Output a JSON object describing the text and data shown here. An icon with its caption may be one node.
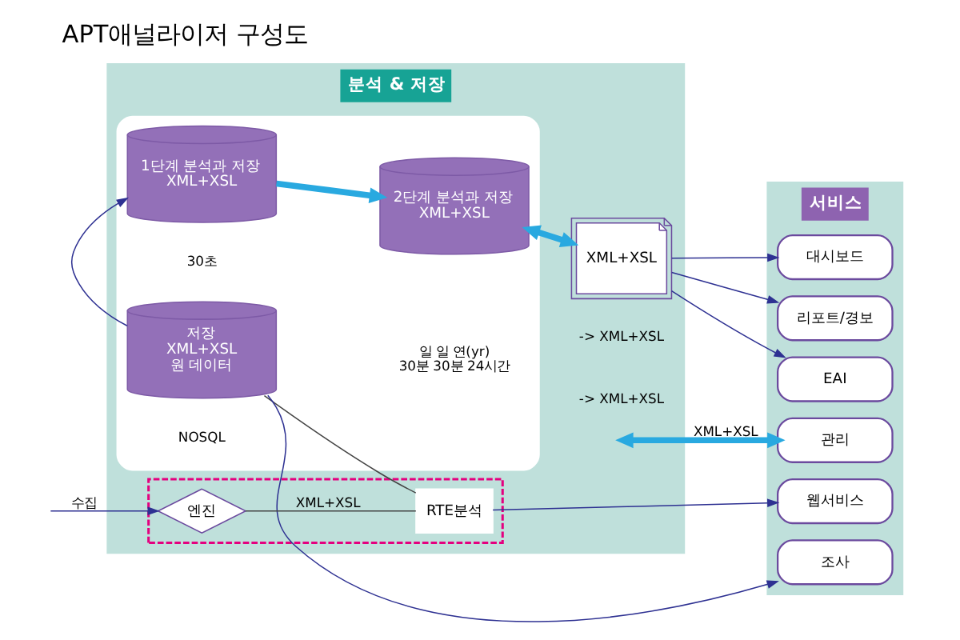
{
  "diagram": {
    "title": "APT애널라이저 구성도",
    "nodes": [
      {
        "text": [
          "분석 & 저장"
        ]
      },
      {
        "text": [],
        "shape": "box",
        "in": 0
      },
      {
        "text": [
          "1단계 분석과 저장",
          "XML+XSL"
        ],
        "beside": [
          "30초"
        ],
        "in": 1
      },
      {
        "text": [
          "2단계 분석과 저장",
          "XML+XSL"
        ],
        "beside": [
          "일 일 연(yr)",
          "30분 30분 24시간"
        ],
        "in": 1
      },
      {
        "text": [
          "XML+XSL"
        ],
        "in": 0
      },
      {
        "text": [
          "저장",
          "XML+XSL",
          "원 데이터"
        ],
        "beside": [
          "NOSQL"
        ],
        "in": 1
      },
      {
        "text": [],
        "shape": "box",
        "in": 0
      },
      {
        "text": [
          "엔진"
        ],
        "in": 6
      },
      {
        "text": [
          "RTE분석"
        ],
        "in": 6
      },
      {
        "text": [
          "서비스"
        ]
      },
      {
        "text": [
          "대시보드"
        ],
        "in": 9
      },
      {
        "text": [
          "리포트/경보"
        ],
        "in": 9
      },
      {
        "text": [
          "조사"
        ],
        "in": 9
      },
      {
        "text": [
          "웹서비스"
        ],
        "in": 9
      },
      {
        "text": [
          "EAI"
        ],
        "in": 9
      },
      {
        "text": [
          "관리"
        ],
        "in": 9
      }
    ],
    "edges": [
      {
        "from": 2,
        "to": 3,
        "arrow": "to",
        "style": "thick",
        "color": "#29a9e0"
      },
      {
        "from": 3,
        "to": 4,
        "arrow": "both",
        "style": "thick",
        "color": "#29a9e0"
      },
      {
        "from": 4,
        "to": 10,
        "arrow": "to"
      },
      {
        "from": 4,
        "to": 11,
        "arrow": "to"
      },
      {
        "from": 4,
        "to": 14,
        "arrow": "to"
      },
      {
        "from": 5,
        "to": 2,
        "arrow": "to"
      },
      {
        "from": 5,
        "to": 12,
        "arrow": "to"
      },
      {
        "from": 5,
        "to": 8,
        "arrow": "none",
        "color": "#444444"
      },
      {
        "from": 7,
        "to": 8,
        "arrow": "none",
        "label": "XML+XSL",
        "color": "#444444"
      },
      {
        "from": 8,
        "to": 13,
        "arrow": "to"
      },
      {
        "from": null,
        "to": 7,
        "arrow": "to",
        "label": "수집"
      },
      {
        "from": null,
        "to": 15,
        "arrow": "both",
        "label": "XML+XSL",
        "style": "thick",
        "color": "#29a9e0"
      }
    ],
    "labels": [
      "-> XML+XSL",
      "-> XML+XSL"
    ]
  }
}
